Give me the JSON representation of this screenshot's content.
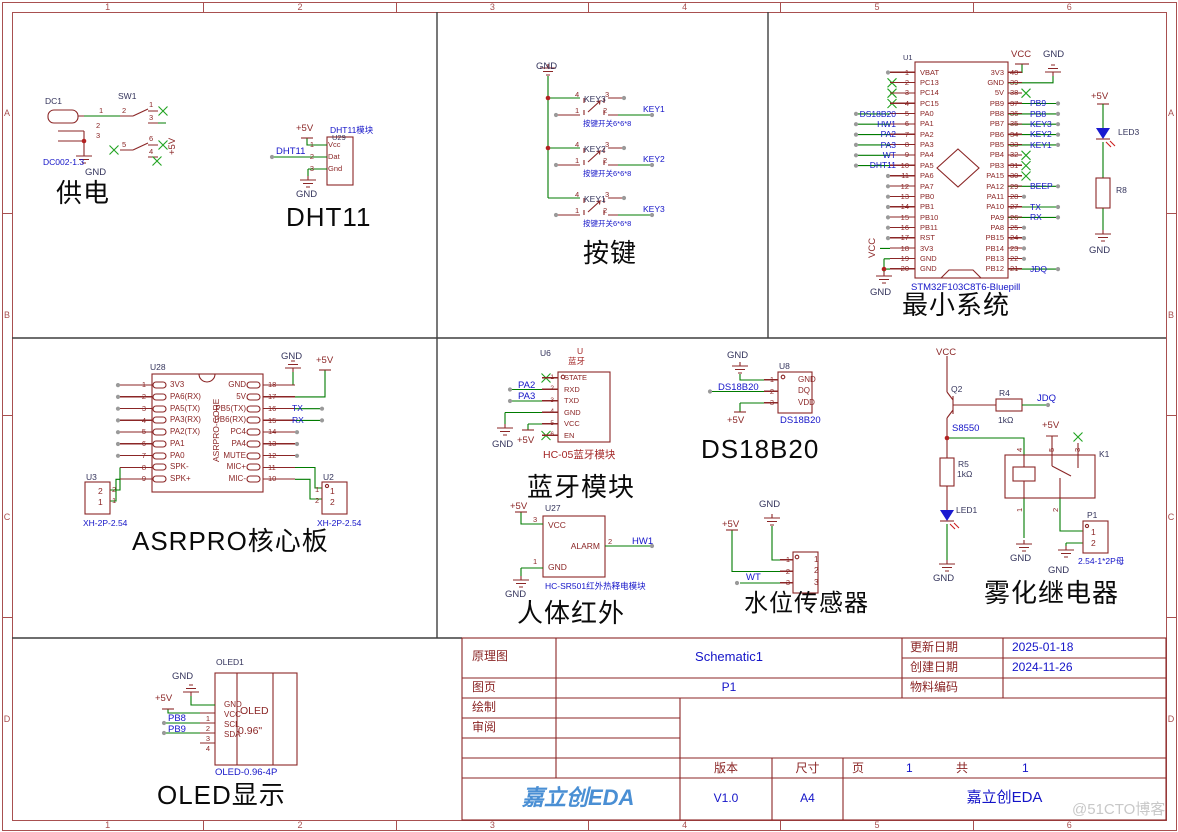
{
  "common": {
    "gnd": "GND",
    "v5": "+5V",
    "vcc": "VCC"
  },
  "frame": {
    "cols": [
      "1",
      "2",
      "3",
      "4",
      "5",
      "6"
    ],
    "rows": [
      "A",
      "B",
      "C",
      "D"
    ]
  },
  "watermark": "@51CTO博客",
  "title_block": {
    "f1": "原理图",
    "v1": "Schematic1",
    "f2": "图页",
    "v2": "P1",
    "f3": "绘制",
    "f4": "审阅",
    "f5": "更新日期",
    "v5": "2025-01-18",
    "f6": "创建日期",
    "v6": "2024-11-26",
    "f7": "物料编码",
    "f8": "版本",
    "v8": "V1.0",
    "f9": "尺寸",
    "v9": "A4",
    "f10": "页",
    "v10": "1",
    "f11": "共",
    "v11": "1",
    "company": "嘉立创EDA",
    "logo": "嘉立创EDA"
  },
  "power": {
    "title": "供电",
    "dc_ref": "DC1",
    "sw_ref": "SW1",
    "part": "DC002-1.3",
    "dc_pins": [
      "1",
      "2",
      "3"
    ],
    "sw_pins": [
      "2",
      "1",
      "3",
      "5",
      "6",
      "4"
    ]
  },
  "dht11": {
    "title": "DHT11",
    "ref": "U29",
    "label": "DHT11模块",
    "net": "DHT11",
    "pins": [
      {
        "n": "1",
        "name": "Vcc"
      },
      {
        "n": "2",
        "name": "Dat"
      },
      {
        "n": "3",
        "name": "Gnd"
      }
    ]
  },
  "keys": {
    "title": "按键",
    "items": [
      {
        "ref": "KEY3",
        "p1": "4",
        "p2": "3",
        "p3": "1",
        "p4": "2",
        "net": "KEY1",
        "desc": "按键开关6*6*8"
      },
      {
        "ref": "KEY2",
        "p1": "4",
        "p2": "3",
        "p3": "1",
        "p4": "2",
        "net": "KEY2",
        "desc": "按键开关6*6*8"
      },
      {
        "ref": "KEY1",
        "p1": "4",
        "p2": "3",
        "p3": "1",
        "p4": "2",
        "net": "KEY3",
        "desc": "按键开关6*6*8"
      }
    ]
  },
  "mcu": {
    "title": "最小系统",
    "ref": "U1",
    "part": "STM32F103C8T6-Bluepill",
    "led_ref": "LED3",
    "r_ref": "R8",
    "left": [
      {
        "n": "1",
        "name": "VBAT",
        "net": ""
      },
      {
        "n": "2",
        "name": "PC13",
        "net": ""
      },
      {
        "n": "3",
        "name": "PC14",
        "net": ""
      },
      {
        "n": "4",
        "name": "PC15",
        "net": ""
      },
      {
        "n": "5",
        "name": "PA0",
        "net": "DS18B20"
      },
      {
        "n": "6",
        "name": "PA1",
        "net": "HW1"
      },
      {
        "n": "7",
        "name": "PA2",
        "net": "PA2"
      },
      {
        "n": "8",
        "name": "PA3",
        "net": "PA3"
      },
      {
        "n": "9",
        "name": "PA4",
        "net": "WT"
      },
      {
        "n": "10",
        "name": "PA5",
        "net": "DHT11"
      },
      {
        "n": "11",
        "name": "PA6",
        "net": ""
      },
      {
        "n": "12",
        "name": "PA7",
        "net": ""
      },
      {
        "n": "13",
        "name": "PB0",
        "net": ""
      },
      {
        "n": "14",
        "name": "PB1",
        "net": ""
      },
      {
        "n": "15",
        "name": "PB10",
        "net": ""
      },
      {
        "n": "16",
        "name": "PB11",
        "net": ""
      },
      {
        "n": "17",
        "name": "RST",
        "net": ""
      },
      {
        "n": "18",
        "name": "3V3",
        "net": ""
      },
      {
        "n": "19",
        "name": "GND",
        "net": ""
      },
      {
        "n": "20",
        "name": "GND",
        "net": ""
      }
    ],
    "right": [
      {
        "n": "40",
        "name": "3V3",
        "net": ""
      },
      {
        "n": "39",
        "name": "GND",
        "net": ""
      },
      {
        "n": "38",
        "name": "5V",
        "net": ""
      },
      {
        "n": "37",
        "name": "PB9",
        "net": "PB9"
      },
      {
        "n": "36",
        "name": "PB8",
        "net": "PB8"
      },
      {
        "n": "35",
        "name": "PB7",
        "net": "KEY3"
      },
      {
        "n": "34",
        "name": "PB6",
        "net": "KEY2"
      },
      {
        "n": "33",
        "name": "PB5",
        "net": "KEY1"
      },
      {
        "n": "32",
        "name": "PB4",
        "net": ""
      },
      {
        "n": "31",
        "name": "PB3",
        "net": ""
      },
      {
        "n": "30",
        "name": "PA15",
        "net": ""
      },
      {
        "n": "29",
        "name": "PA12",
        "net": "BEEP"
      },
      {
        "n": "28",
        "name": "PA11",
        "net": ""
      },
      {
        "n": "27",
        "name": "PA10",
        "net": "TX"
      },
      {
        "n": "26",
        "name": "PA9",
        "net": "RX"
      },
      {
        "n": "25",
        "name": "PA8",
        "net": ""
      },
      {
        "n": "24",
        "name": "PB15",
        "net": ""
      },
      {
        "n": "23",
        "name": "PB14",
        "net": ""
      },
      {
        "n": "22",
        "name": "PB13",
        "net": ""
      },
      {
        "n": "21",
        "name": "PB12",
        "net": "JDQ"
      }
    ]
  },
  "asrpro": {
    "title": "ASRPRO核心板",
    "ref": "U28",
    "core": "ASRPRO-CORE",
    "left": [
      {
        "n": "1",
        "name": "3V3"
      },
      {
        "n": "2",
        "name": "PA6(RX)"
      },
      {
        "n": "3",
        "name": "PA5(TX)"
      },
      {
        "n": "4",
        "name": "PA3(RX)"
      },
      {
        "n": "5",
        "name": "PA2(TX)"
      },
      {
        "n": "6",
        "name": "PA1"
      },
      {
        "n": "7",
        "name": "PA0"
      },
      {
        "n": "8",
        "name": "SPK-"
      },
      {
        "n": "9",
        "name": "SPK+"
      }
    ],
    "right": [
      {
        "n": "18",
        "name": "GND",
        "net": ""
      },
      {
        "n": "17",
        "name": "5V",
        "net": ""
      },
      {
        "n": "16",
        "name": "PB5(TX)",
        "net": "TX"
      },
      {
        "n": "15",
        "name": "PB6(RX)",
        "net": "RX"
      },
      {
        "n": "14",
        "name": "PC4",
        "net": ""
      },
      {
        "n": "13",
        "name": "PA4",
        "net": ""
      },
      {
        "n": "12",
        "name": "MUTE",
        "net": ""
      },
      {
        "n": "11",
        "name": "MIC+",
        "net": ""
      },
      {
        "n": "10",
        "name": "MIC-",
        "net": ""
      }
    ],
    "u3": {
      "ref": "U3",
      "part": "XH-2P-2.54",
      "pins": [
        "2",
        "1"
      ]
    },
    "u2": {
      "ref": "U2",
      "part": "XH-2P-2.54",
      "pins": [
        "1",
        "2"
      ]
    }
  },
  "bt": {
    "title": "蓝牙模块",
    "ref": "U6",
    "ref2": "U",
    "cn": "蓝牙",
    "part": "HC-05蓝牙模块",
    "net_a": "PA2",
    "net_b": "PA3",
    "pins": [
      {
        "n": "1",
        "name": "STATE"
      },
      {
        "n": "2",
        "name": "RXD"
      },
      {
        "n": "3",
        "name": "TXD"
      },
      {
        "n": "4",
        "name": "GND"
      },
      {
        "n": "5",
        "name": "VCC"
      },
      {
        "n": "6",
        "name": "EN"
      }
    ]
  },
  "ds": {
    "title": "DS18B20",
    "ref": "U8",
    "part": "DS18B20",
    "net": "DS18B20",
    "pins": [
      {
        "n": "1",
        "name": "GND"
      },
      {
        "n": "2",
        "name": "DQ"
      },
      {
        "n": "3",
        "name": "VDD"
      }
    ]
  },
  "pir": {
    "title": "人体红外",
    "ref": "U27",
    "part": "HC-SR501红外热释电模块",
    "net": "HW1",
    "pin_vcc_n": "3",
    "pin_vcc": "VCC",
    "pin_alarm_n": "2",
    "pin_alarm": "ALARM",
    "pin_gnd_n": "1",
    "pin_gnd": "GND"
  },
  "water": {
    "title": "水位传感器",
    "net": "WT",
    "pins": [
      {
        "n": "1",
        "name": "1"
      },
      {
        "n": "2",
        "name": "2"
      },
      {
        "n": "3",
        "name": "3"
      }
    ]
  },
  "relay": {
    "title": "雾化继电器",
    "q_ref": "Q2",
    "q_part": "S8550",
    "r4_ref": "R4",
    "r4_val": "1kΩ",
    "r5_ref": "R5",
    "r5_val": "1kΩ",
    "led_ref": "LED1",
    "k_ref": "K1",
    "net": "JDQ",
    "k_top": [
      "4",
      "5",
      "3"
    ],
    "k_bot": [
      "1",
      "2"
    ],
    "p1_ref": "P1",
    "p1_part": "2.54-1*2P母",
    "p1_pins": [
      "1",
      "2"
    ]
  },
  "oled": {
    "title": "OLED显示",
    "ref": "OLED1",
    "part": "OLED-0.96-4P",
    "disp": "OLED",
    "size": "0.96\"",
    "net_a": "PB8",
    "net_b": "PB9",
    "pins": [
      {
        "n": "",
        "name": "GND"
      },
      {
        "n": "1",
        "name": "VCC"
      },
      {
        "n": "2",
        "name": "SCL"
      },
      {
        "n": "3",
        "name": "SDA"
      },
      {
        "n": "4",
        "name": ""
      }
    ]
  }
}
